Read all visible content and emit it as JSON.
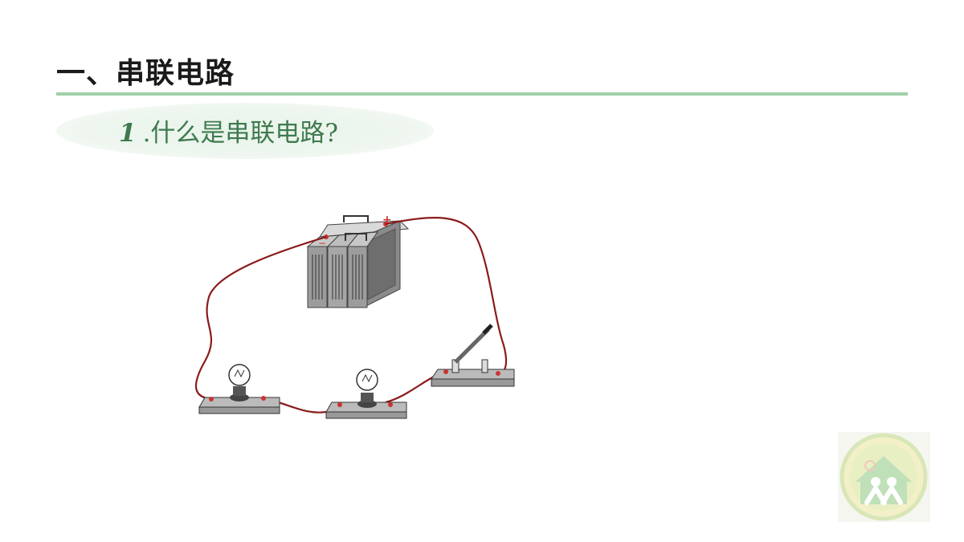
{
  "slide": {
    "title": "一、串联电路",
    "subtitle_num": "1",
    "subtitle_text": ".什么是串联电路?"
  },
  "diagram": {
    "battery_plus": "+",
    "battery_minus": "−",
    "wire_color": "#8b1a1a",
    "board_color": "#b0b0b0"
  },
  "logo": {
    "icon": "school-logo-icon"
  }
}
